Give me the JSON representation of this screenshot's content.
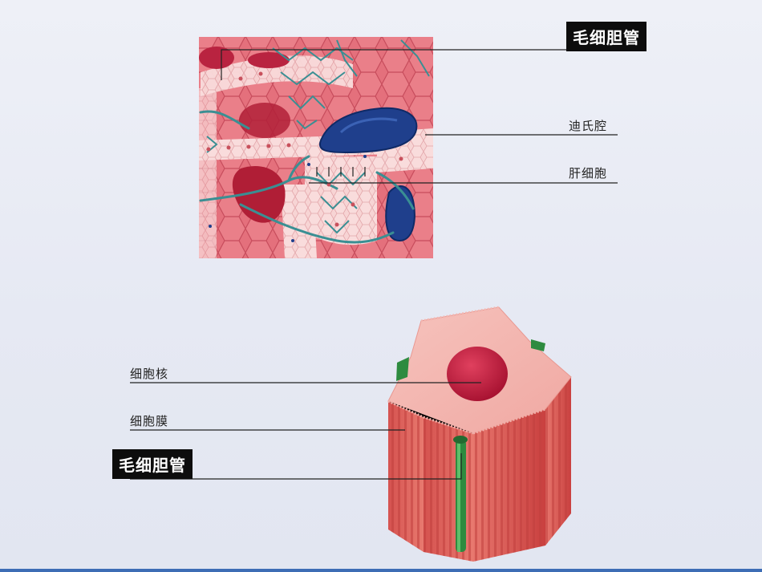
{
  "labels": {
    "bile_canaliculus_top": "毛细胆管",
    "space_of_disse": "迪氏腔",
    "hepatocyte": "肝细胞",
    "nucleus": "细胞核",
    "cell_membrane": "细胞膜",
    "bile_canaliculus_bottom": "毛细胆管"
  },
  "colors": {
    "cell_pink": "#e98a90",
    "cell_dark": "#d24a5a",
    "canaliculus_teal": "#3a8f93",
    "sinusoid_blue": "#1f3f8c",
    "nucleus_red": "#b81a3c",
    "canaliculus_green": "#2e8b3f",
    "box_black": "#0d0d0d"
  }
}
